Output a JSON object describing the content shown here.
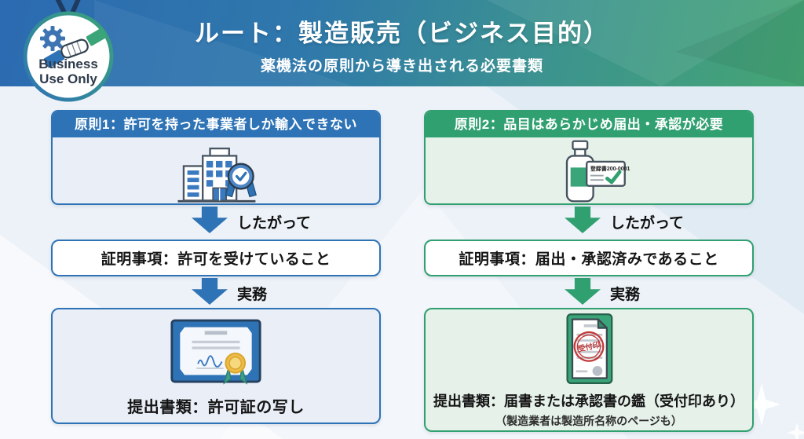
{
  "badge": {
    "line1": "Business",
    "line2": "Use Only"
  },
  "header": {
    "title": "ルート：製造販売（ビジネス目的）",
    "subtitle": "薬機法の原則から導き出される必要書類"
  },
  "columns": [
    {
      "principle": "原則1：許可を持った事業者しか輸入できない",
      "arrow1_label": "したがって",
      "statement": "証明事項：許可を受けていること",
      "arrow2_label": "実務",
      "result": "提出書類：許可証の写し",
      "accent": "#2e73b6"
    },
    {
      "principle": "原則2：品目はあらかじめ届出・承認が必要",
      "arrow1_label": "したがって",
      "statement": "証明事項：届出・承認済みであること",
      "arrow2_label": "実務",
      "result": "提出書類：届書または承認書の鑑（受付印あり）",
      "result_note": "（製造業者は製造所名称のページも）",
      "accent": "#31a071"
    }
  ],
  "icons": {
    "registration_card_label": "登録書200-0001",
    "stamp_label": "受付印"
  }
}
